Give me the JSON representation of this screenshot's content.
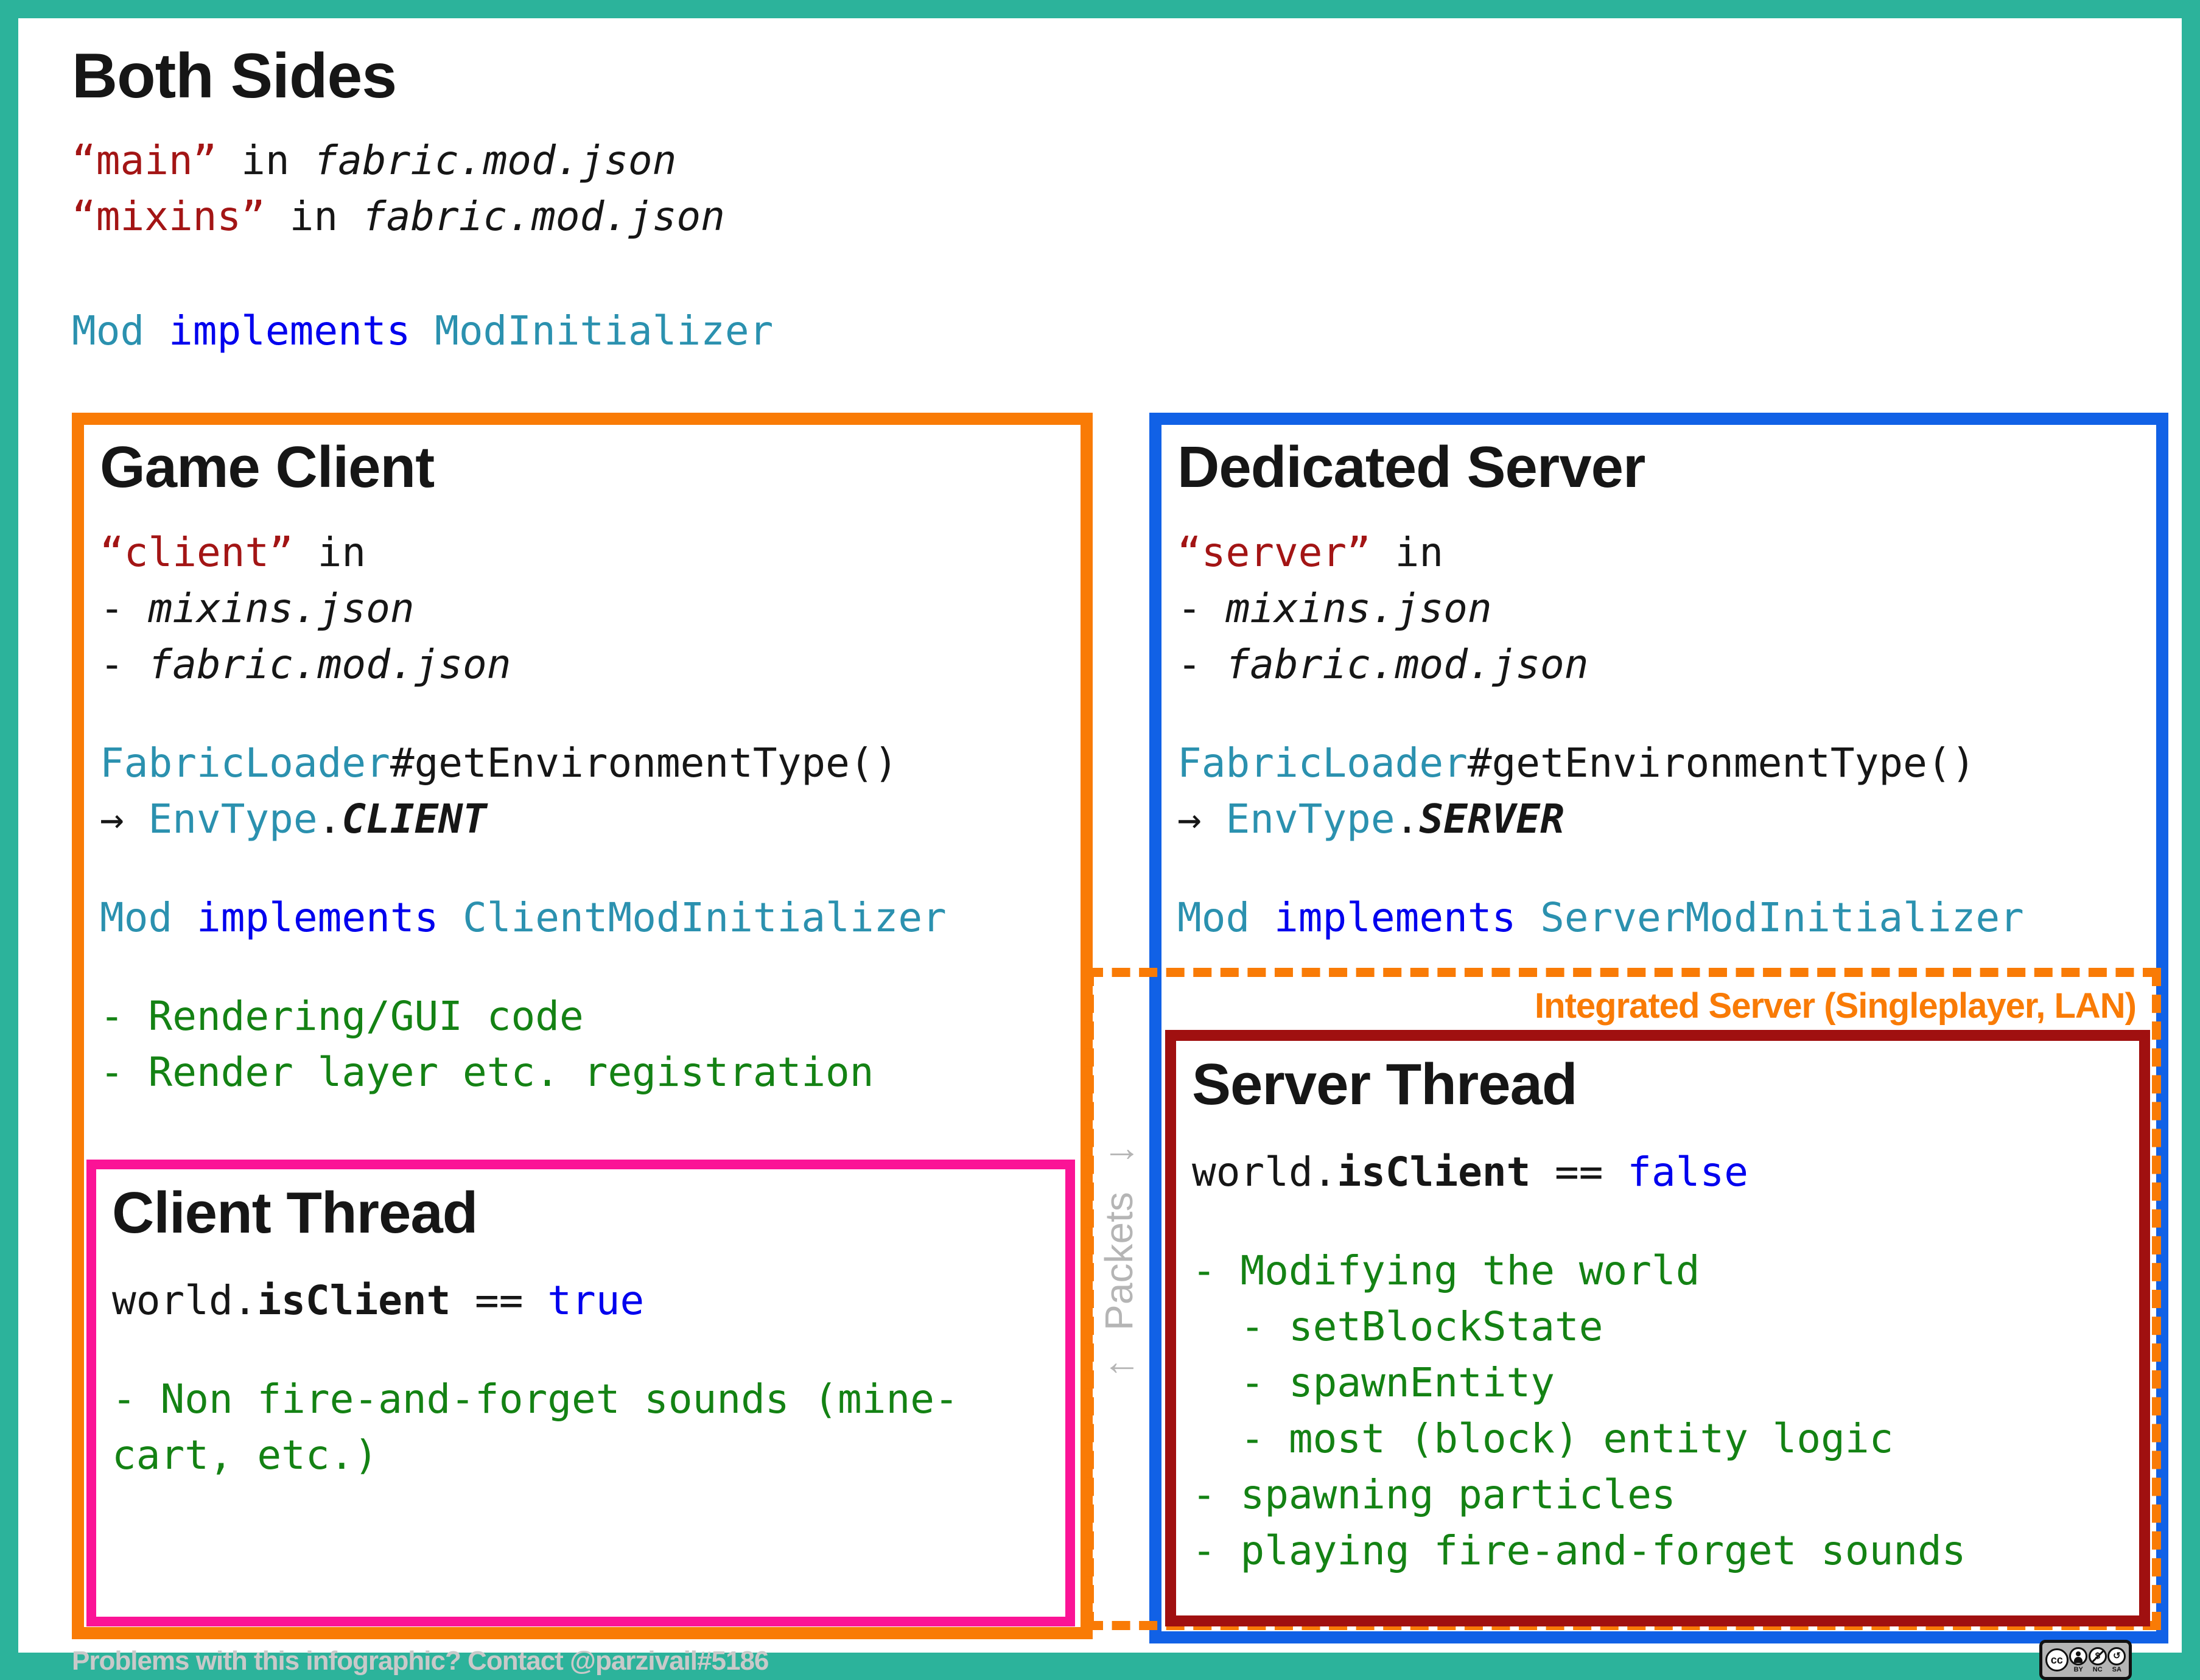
{
  "page": {
    "footer": "Problems with this infographic? Contact @parzivail#5186",
    "packets_label": "↑ Packets ↓"
  },
  "colors": {
    "frame_teal": "#2CB39B",
    "client_orange": "#F97B06",
    "server_blue": "#1161E6",
    "client_thread_pink": "#FB1396",
    "server_thread_darkred": "#A01010",
    "code_string_red": "#A31515",
    "code_type_teal": "#2B91AF",
    "code_keyword_blue": "#0000EE",
    "code_comment_green": "#148214",
    "packets_gray": "#B5B5B5"
  },
  "header": {
    "title": "Both Sides",
    "blocks": [
      [
        [
          {
            "t": "“main”",
            "s": "red"
          },
          {
            "t": " in ",
            "s": "k"
          },
          {
            "t": "fabric.mod.json",
            "s": "it"
          }
        ],
        [
          {
            "t": "“mixins”",
            "s": "red"
          },
          {
            "t": " in ",
            "s": "k"
          },
          {
            "t": "fabric.mod.json",
            "s": "it"
          }
        ]
      ],
      [
        [
          {
            "t": "Mod",
            "s": "ty"
          },
          {
            "t": " ",
            "s": "k"
          },
          {
            "t": "implements",
            "s": "kw"
          },
          {
            "t": " ",
            "s": "k"
          },
          {
            "t": "ModInitializer",
            "s": "ty"
          }
        ]
      ]
    ]
  },
  "game_client": {
    "title": "Game Client",
    "blocks": [
      [
        [
          {
            "t": "“client”",
            "s": "red"
          },
          {
            "t": " in",
            "s": "k"
          }
        ],
        [
          {
            "t": "- ",
            "s": "k"
          },
          {
            "t": "mixins.json",
            "s": "it"
          }
        ],
        [
          {
            "t": "- ",
            "s": "k"
          },
          {
            "t": "fabric.mod.json",
            "s": "it"
          }
        ]
      ],
      [
        [
          {
            "t": "FabricLoader",
            "s": "ty"
          },
          {
            "t": "#getEnvironmentType()",
            "s": "k"
          }
        ],
        [
          {
            "t": "→ ",
            "s": "k"
          },
          {
            "t": "EnvType",
            "s": "ty"
          },
          {
            "t": ".",
            "s": "k"
          },
          {
            "t": "CLIENT",
            "s": "bi"
          }
        ]
      ],
      [
        [
          {
            "t": "Mod",
            "s": "ty"
          },
          {
            "t": " ",
            "s": "k"
          },
          {
            "t": "implements",
            "s": "kw"
          },
          {
            "t": " ",
            "s": "k"
          },
          {
            "t": "ClientModInitializer",
            "s": "ty"
          }
        ]
      ],
      [
        [
          {
            "t": "- Rendering/GUI code",
            "s": "gr"
          }
        ],
        [
          {
            "t": "- Render layer etc. registration",
            "s": "gr"
          }
        ]
      ]
    ]
  },
  "client_thread": {
    "title": "Client Thread",
    "blocks": [
      [
        [
          {
            "t": "world.",
            "s": "k"
          },
          {
            "t": "isClient",
            "s": "b"
          },
          {
            "t": " == ",
            "s": "k"
          },
          {
            "t": "true",
            "s": "kw"
          }
        ]
      ],
      [
        [
          {
            "t": "- Non fire-and-forget sounds (mine-",
            "s": "gr"
          }
        ],
        [
          {
            "t": "cart, etc.)",
            "s": "gr"
          }
        ]
      ]
    ]
  },
  "dedicated_server": {
    "title": "Dedicated Server",
    "blocks": [
      [
        [
          {
            "t": "“server”",
            "s": "red"
          },
          {
            "t": " in",
            "s": "k"
          }
        ],
        [
          {
            "t": "- ",
            "s": "k"
          },
          {
            "t": "mixins.json",
            "s": "it"
          }
        ],
        [
          {
            "t": "- ",
            "s": "k"
          },
          {
            "t": "fabric.mod.json",
            "s": "it"
          }
        ]
      ],
      [
        [
          {
            "t": "FabricLoader",
            "s": "ty"
          },
          {
            "t": "#getEnvironmentType()",
            "s": "k"
          }
        ],
        [
          {
            "t": "→ ",
            "s": "k"
          },
          {
            "t": "EnvType",
            "s": "ty"
          },
          {
            "t": ".",
            "s": "k"
          },
          {
            "t": "SERVER",
            "s": "bi"
          }
        ]
      ],
      [
        [
          {
            "t": "Mod",
            "s": "ty"
          },
          {
            "t": " ",
            "s": "k"
          },
          {
            "t": "implements",
            "s": "kw"
          },
          {
            "t": " ",
            "s": "k"
          },
          {
            "t": "ServerModInitializer",
            "s": "ty"
          }
        ]
      ]
    ]
  },
  "integrated_server": {
    "label": "Integrated Server (Singleplayer, LAN)"
  },
  "server_thread": {
    "title": "Server Thread",
    "blocks": [
      [
        [
          {
            "t": "world.",
            "s": "k"
          },
          {
            "t": "isClient",
            "s": "b"
          },
          {
            "t": " == ",
            "s": "k"
          },
          {
            "t": "false",
            "s": "kw"
          }
        ]
      ],
      [
        [
          {
            "t": "- Modifying the world",
            "s": "gr"
          }
        ],
        [
          {
            "t": "  - setBlockState",
            "s": "gr"
          }
        ],
        [
          {
            "t": "  - spawnEntity",
            "s": "gr"
          }
        ],
        [
          {
            "t": "  - most (block) entity logic",
            "s": "gr"
          }
        ],
        [
          {
            "t": "- spawning particles",
            "s": "gr"
          }
        ],
        [
          {
            "t": "- playing fire-and-forget sounds",
            "s": "gr"
          }
        ]
      ]
    ]
  },
  "license": {
    "cc": "cc",
    "labels": [
      "BY",
      "NC",
      "SA"
    ]
  }
}
